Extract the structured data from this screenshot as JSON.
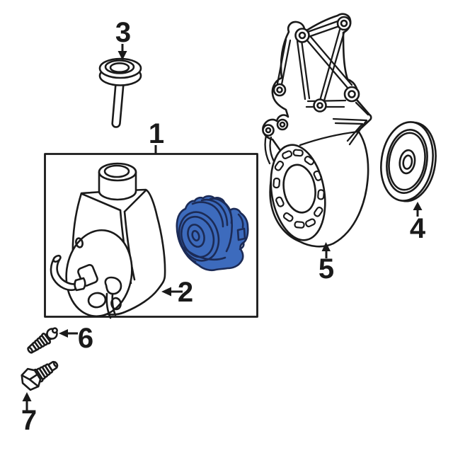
{
  "colors": {
    "line": "#1a1a1a",
    "background": "#ffffff",
    "highlight_fill": "#3d6bbd",
    "highlight_stroke": "#1c2b56"
  },
  "callouts": [
    {
      "label": "1",
      "target": "boxed-pump-kit"
    },
    {
      "label": "2",
      "target": "power-steering-pump"
    },
    {
      "label": "3",
      "target": "reservoir-cap-dipstick"
    },
    {
      "label": "4",
      "target": "pulley"
    },
    {
      "label": "5",
      "target": "mounting-bracket"
    },
    {
      "label": "6",
      "target": "stud-bolt"
    },
    {
      "label": "7",
      "target": "hex-bolt"
    }
  ]
}
